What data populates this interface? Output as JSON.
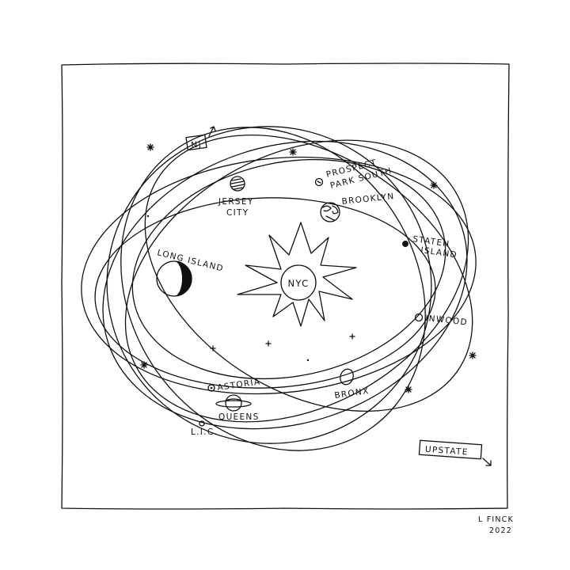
{
  "labels": {
    "nj": "NJ",
    "prospect_1": "PROSPECT",
    "prospect_2": "PARK SOUTH",
    "jersey_1": "JERSEY",
    "jersey_2": "CITY",
    "brooklyn": "BROOKLYN",
    "staten_1": "STATEN",
    "staten_2": "ISLAND",
    "long_island": "LONG ISLAND",
    "sun": "NYC",
    "inwood": "INWOOD",
    "astoria": "ASTORIA",
    "queens": "QUEENS",
    "lic": "L.I.C.",
    "bronx": "BRONX",
    "upstate": "UPSTATE"
  },
  "signature": {
    "name": "L FINCK",
    "year": "2022"
  },
  "colors": {
    "ink": "#111111",
    "paper": "#ffffff"
  }
}
